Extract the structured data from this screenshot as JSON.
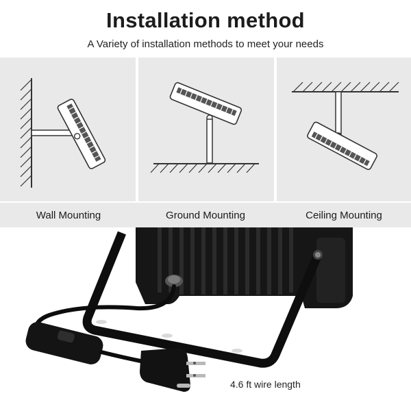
{
  "header": {
    "title": "Installation method",
    "subtitle": "A Variety of installation methods to meet your needs"
  },
  "methods": [
    {
      "label": "Wall Mounting",
      "icon": "wall-mount-diagram"
    },
    {
      "label": "Ground Mounting",
      "icon": "ground-mount-diagram"
    },
    {
      "label": "Ceiling Mounting",
      "icon": "ceiling-mount-diagram"
    }
  ],
  "product": {
    "wire_label": "4.6 ft wire length"
  },
  "colors": {
    "panel_bg": "#e9e9e9",
    "line": "#333333",
    "product_body": "#111111"
  }
}
